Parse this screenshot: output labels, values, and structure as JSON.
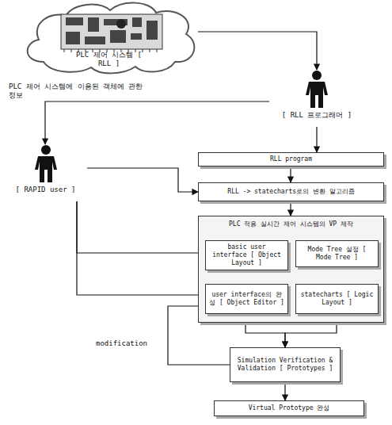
{
  "diagram": {
    "nodes": [
      {
        "text": [
          "PLC 제어 시스템 [ RLL ]"
        ]
      },
      {
        "text": [
          "[ RLL 프로그래머 ]"
        ]
      },
      {
        "text": [
          "[ RAPID user ]"
        ]
      },
      {
        "text": [
          "RLL program"
        ]
      },
      {
        "text": [
          "RLL -> statecharts로의 변환 알고리즘"
        ]
      },
      {
        "text": [
          "PLC 적용 실시간 제어 시스템의 VP 제작"
        ]
      },
      {
        "text": [
          "basic user interface [ Object Layout ]"
        ],
        "in": 5
      },
      {
        "text": [
          "Mode Tree 설정 [ Mode Tree ]"
        ],
        "in": 5
      },
      {
        "text": [
          "user interface의 완성 [ Object Editor ]"
        ],
        "in": 5
      },
      {
        "text": [
          "statecharts [ Logic Layout ]"
        ],
        "in": 5
      },
      {
        "text": [
          "Simulation Verification & Validation [ Prototypes ]"
        ]
      },
      {
        "text": [
          "Virtual Prototype 완성"
        ]
      }
    ],
    "edges": [
      {
        "from": 0,
        "to": 1,
        "arrow": "to"
      },
      {
        "from": 1,
        "to": 3,
        "arrow": "to"
      },
      {
        "from": 1,
        "to": 2,
        "label": "PLC 제어 시스템에 이용된 객체에 관한 정보",
        "arrow": "to"
      },
      {
        "from": 2,
        "to": 4,
        "arrow": "to"
      },
      {
        "from": 2,
        "to": 6,
        "arrow": "to"
      },
      {
        "from": 2,
        "to": 8,
        "arrow": "to"
      },
      {
        "from": 3,
        "to": 4,
        "arrow": "to"
      },
      {
        "from": 4,
        "to": 5,
        "arrow": "to"
      },
      {
        "from": 6,
        "to": 8,
        "arrow": "to"
      },
      {
        "from": 7,
        "to": 9,
        "arrow": "to"
      },
      {
        "from": 8,
        "to": 10,
        "arrow": "to"
      },
      {
        "from": 9,
        "to": 10,
        "arrow": "to"
      },
      {
        "from": 10,
        "to": 8,
        "label": "modification",
        "arrow": "to"
      },
      {
        "from": 10,
        "to": 11,
        "arrow": "to"
      }
    ]
  }
}
